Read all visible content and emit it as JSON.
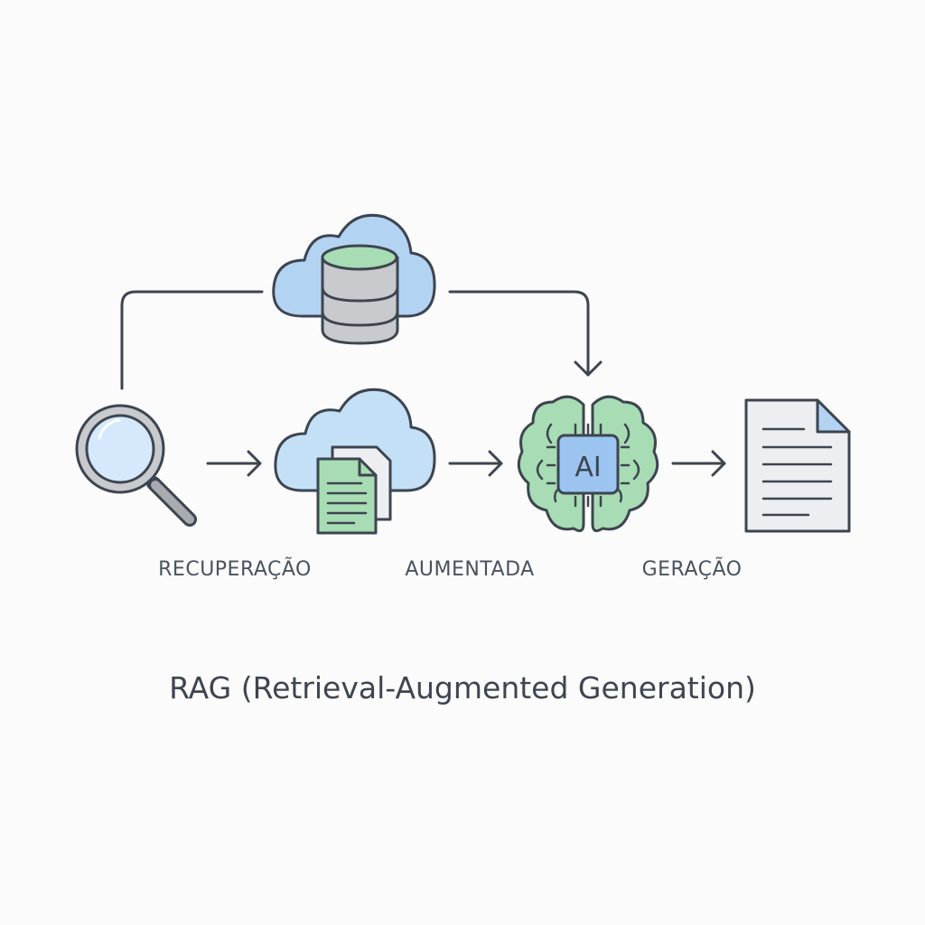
{
  "labels": {
    "retrieval": "RECUPERAÇÃO",
    "augmented": "AUMENTADA",
    "generation": "GERAÇÃO"
  },
  "chip_text": "AI",
  "title": "RAG (Retrieval-Augmented Generation)",
  "colors": {
    "stroke": "#3d4550",
    "cloud": "#a9cdf0",
    "green": "#a8dcb4",
    "gray": "#c8cacd",
    "chip": "#9cc4f0",
    "paper": "#eceef1"
  }
}
